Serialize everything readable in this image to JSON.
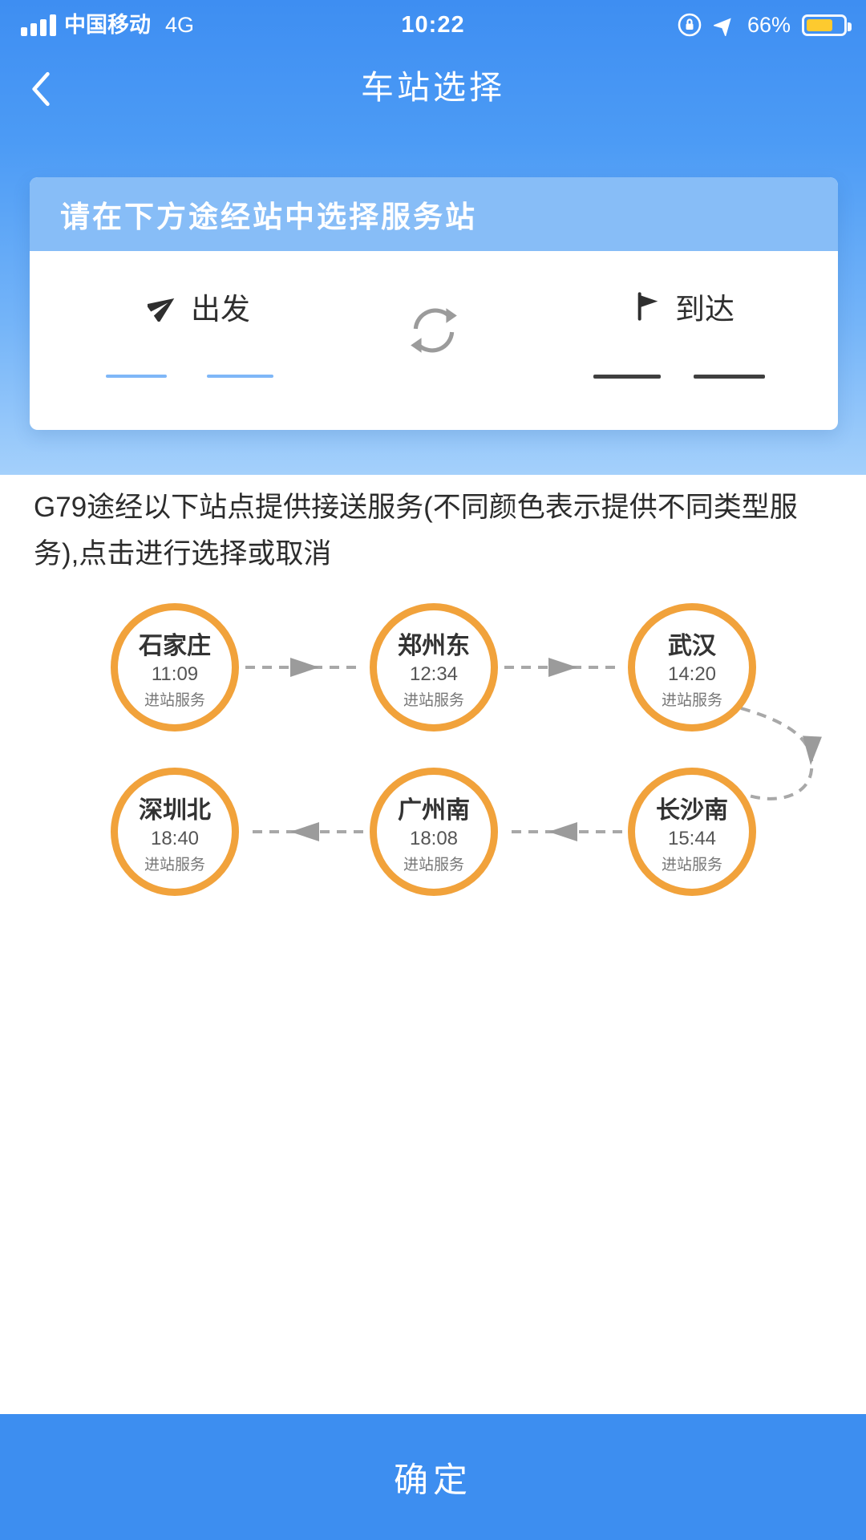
{
  "status_bar": {
    "carrier": "中国移动",
    "network": "4G",
    "time": "10:22",
    "battery_percent": "66%"
  },
  "nav": {
    "title": "车站选择"
  },
  "selector_card": {
    "prompt": "请在下方途经站中选择服务站",
    "depart_label": "出发",
    "arrive_label": "到达"
  },
  "notice": "G79途经以下站点提供接送服务(不同颜色表示提供不同类型服务),点击进行选择或取消",
  "route": {
    "train_no": "G79",
    "stations": [
      {
        "name": "石家庄",
        "time": "11:09",
        "service": "进站服务"
      },
      {
        "name": "郑州东",
        "time": "12:34",
        "service": "进站服务"
      },
      {
        "name": "武汉",
        "time": "14:20",
        "service": "进站服务"
      },
      {
        "name": "长沙南",
        "time": "15:44",
        "service": "进站服务"
      },
      {
        "name": "广州南",
        "time": "18:08",
        "service": "进站服务"
      },
      {
        "name": "深圳北",
        "time": "18:40",
        "service": "进站服务"
      }
    ]
  },
  "footer": {
    "confirm_label": "确定"
  },
  "icons": {
    "back": "chevron-left-icon",
    "depart": "send-plane-icon",
    "swap": "swap-circular-arrows-icon",
    "arrive": "flag-icon",
    "status_right": [
      "rotation-lock-icon",
      "location-arrow-icon",
      "battery-icon"
    ]
  },
  "colors": {
    "top_blue": "#3E8EF2",
    "header_strip_blue": "#87BDF7",
    "circle_orange": "#F1A23B",
    "confirm_blue": "#3D8EF0",
    "battery_yellow": "#FDCA2F",
    "arrow_gray": "#9B9B9B"
  }
}
